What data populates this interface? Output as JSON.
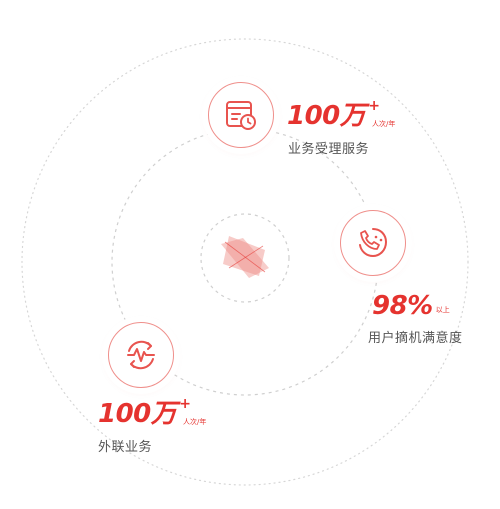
{
  "colors": {
    "accent": "#e5332f",
    "ring": "#cfcfcf",
    "icon_stroke": "#e8544f"
  },
  "stats": [
    {
      "icon": "calendar-clock-icon",
      "value": "100万",
      "suffix": "+",
      "unit": "人次/年",
      "label": "业务受理服务"
    },
    {
      "icon": "smiley-phone-icon",
      "value": "98%",
      "suffix": "",
      "unit": "以上",
      "label": "用户摘机满意度"
    },
    {
      "icon": "heartbeat-cycle-icon",
      "value": "100万",
      "suffix": "+",
      "unit": "人次/年",
      "label": "外联业务"
    }
  ]
}
